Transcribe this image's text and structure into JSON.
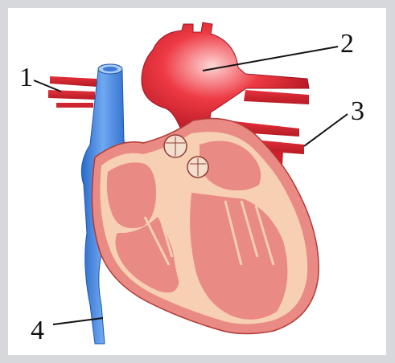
{
  "labels": {
    "l1": "1",
    "l2": "2",
    "l3": "3",
    "l4": "4"
  },
  "colors": {
    "frame": "#d6d8db",
    "background": "#ffffff",
    "vein_blue": "#2f74d6",
    "artery_red": "#d8202c",
    "muscle_pink": "#e98a84",
    "wall_peach": "#f7cfb2",
    "leader_line": "#111111"
  },
  "parts": [
    "superior-vena-cava",
    "aorta",
    "pulmonary-artery",
    "inferior-vena-cava",
    "left-atrium",
    "right-atrium",
    "right-ventricle",
    "left-ventricle",
    "interventricular-septum",
    "valves"
  ]
}
